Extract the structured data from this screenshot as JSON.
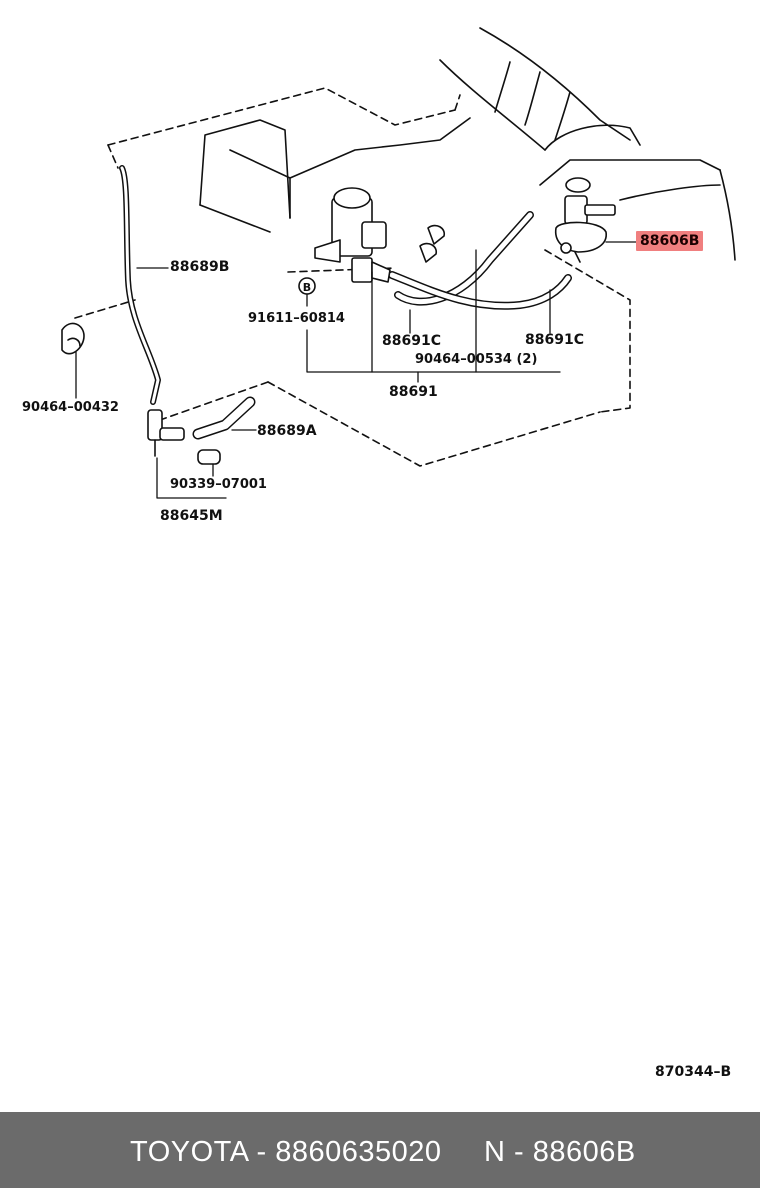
{
  "labels": {
    "p88689B": "88689B",
    "p91611": "91611–60814",
    "p88691C_a": "88691C",
    "p88691C_b": "88691C",
    "p90464_534": "90464–00534 (2)",
    "p88691": "88691",
    "p90464_432": "90464–00432",
    "p88689A": "88689A",
    "p90339": "90339–07001",
    "p88645M": "88645M",
    "p88606B": "88606B",
    "bolt_marker": "B",
    "diagram_code": "870344–B"
  },
  "footer": {
    "brand_part": "TOYOTA - 8860635020",
    "ref": "N - 88606B"
  },
  "colors": {
    "highlight": "#f07f7f",
    "footer_bg": "#6b6b6b",
    "footer_text": "#ffffff",
    "line": "#111111"
  }
}
